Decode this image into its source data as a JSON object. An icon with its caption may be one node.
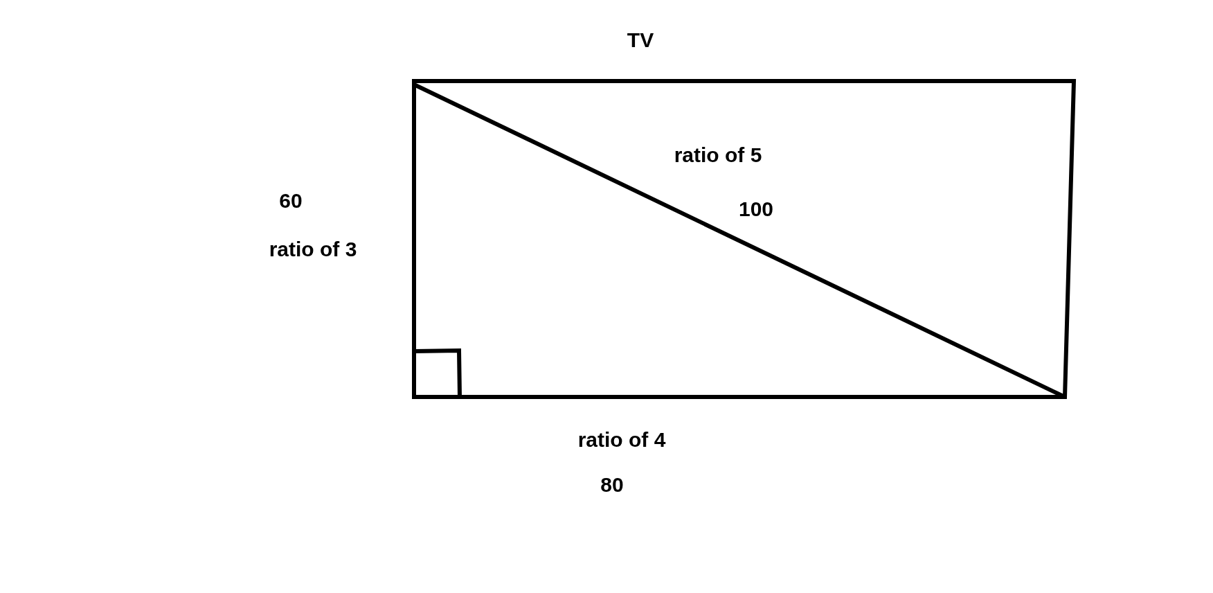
{
  "diagram": {
    "title": "TV",
    "labels": [
      "ratio of 5",
      "60",
      "100",
      "ratio of 3",
      "ratio of 4",
      "80"
    ]
  }
}
